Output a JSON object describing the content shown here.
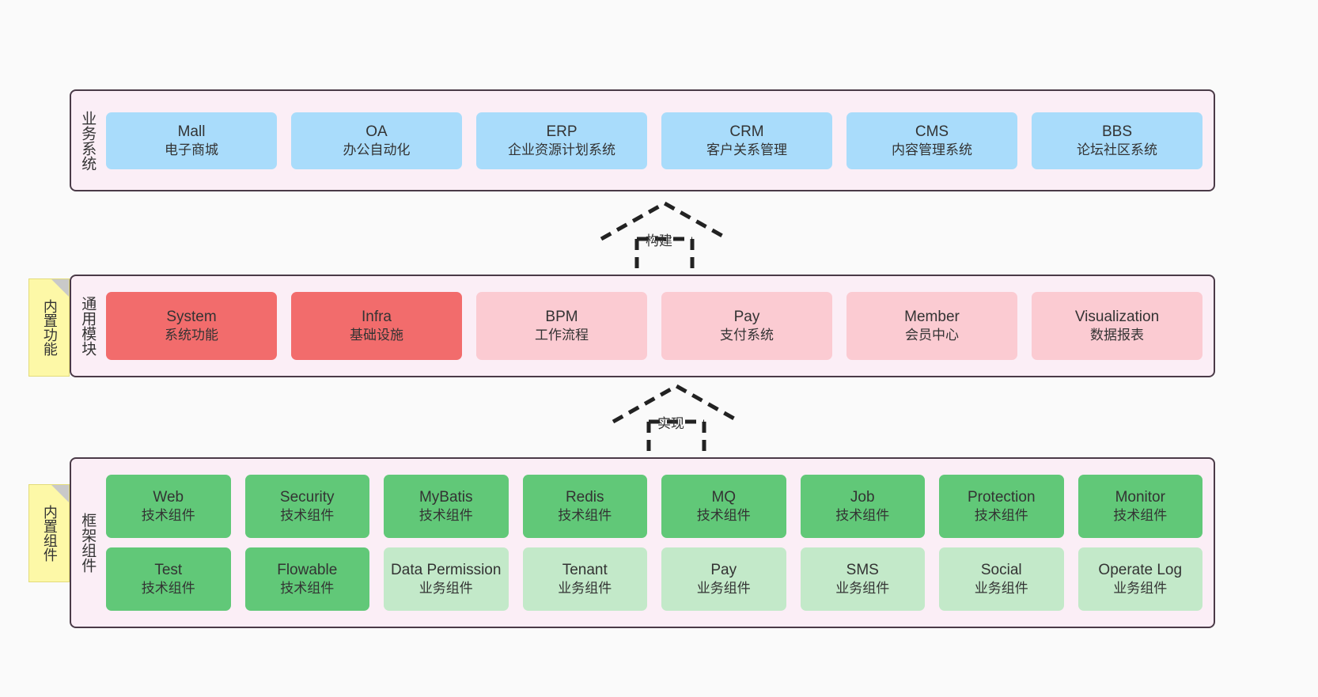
{
  "diagram": {
    "layers": [
      {
        "id": "business",
        "title": "业务系统",
        "rows": [
          {
            "cards": [
              {
                "name": "Mall",
                "desc": "电子商城",
                "style": "blue"
              },
              {
                "name": "OA",
                "desc": "办公自动化",
                "style": "blue"
              },
              {
                "name": "ERP",
                "desc": "企业资源计划系统",
                "style": "blue"
              },
              {
                "name": "CRM",
                "desc": "客户关系管理",
                "style": "blue"
              },
              {
                "name": "CMS",
                "desc": "内容管理系统",
                "style": "blue"
              },
              {
                "name": "BBS",
                "desc": "论坛社区系统",
                "style": "blue"
              }
            ]
          }
        ]
      },
      {
        "id": "common",
        "title": "通用模块",
        "rows": [
          {
            "cards": [
              {
                "name": "System",
                "desc": "系统功能",
                "style": "red"
              },
              {
                "name": "Infra",
                "desc": "基础设施",
                "style": "red"
              },
              {
                "name": "BPM",
                "desc": "工作流程",
                "style": "pink"
              },
              {
                "name": "Pay",
                "desc": "支付系统",
                "style": "pink"
              },
              {
                "name": "Member",
                "desc": "会员中心",
                "style": "pink"
              },
              {
                "name": "Visualization",
                "desc": "数据报表",
                "style": "pink"
              }
            ]
          }
        ]
      },
      {
        "id": "framework",
        "title": "框架组件",
        "rows": [
          {
            "cards": [
              {
                "name": "Web",
                "desc": "技术组件",
                "style": "green"
              },
              {
                "name": "Security",
                "desc": "技术组件",
                "style": "green"
              },
              {
                "name": "MyBatis",
                "desc": "技术组件",
                "style": "green"
              },
              {
                "name": "Redis",
                "desc": "技术组件",
                "style": "green"
              },
              {
                "name": "MQ",
                "desc": "技术组件",
                "style": "green"
              },
              {
                "name": "Job",
                "desc": "技术组件",
                "style": "green"
              },
              {
                "name": "Protection",
                "desc": "技术组件",
                "style": "green"
              },
              {
                "name": "Monitor",
                "desc": "技术组件",
                "style": "green"
              }
            ]
          },
          {
            "cards": [
              {
                "name": "Test",
                "desc": "技术组件",
                "style": "green"
              },
              {
                "name": "Flowable",
                "desc": "技术组件",
                "style": "green"
              },
              {
                "name": "Data Permission",
                "desc": "业务组件",
                "style": "green-light"
              },
              {
                "name": "Tenant",
                "desc": "业务组件",
                "style": "green-light"
              },
              {
                "name": "Pay",
                "desc": "业务组件",
                "style": "green-light"
              },
              {
                "name": "SMS",
                "desc": "业务组件",
                "style": "green-light"
              },
              {
                "name": "Social",
                "desc": "业务组件",
                "style": "green-light"
              },
              {
                "name": "Operate Log",
                "desc": "业务组件",
                "style": "green-light"
              }
            ]
          }
        ]
      }
    ],
    "notes": [
      {
        "id": "builtin-features",
        "text": "内置功能"
      },
      {
        "id": "builtin-components",
        "text": "内置组件"
      }
    ],
    "connectors": [
      {
        "id": "build",
        "label": "构建"
      },
      {
        "id": "impl",
        "label": "实现"
      }
    ],
    "colors": {
      "layer_background": "#fbeef6",
      "layer_border": "#4a3a47",
      "blue": "#a9dcfb",
      "red": "#f26c6c",
      "pink": "#fbcbd2",
      "green": "#61c878",
      "green_light": "#c3e9c9",
      "note_background": "#fdf8a7",
      "page_background": "#fafafa"
    }
  }
}
